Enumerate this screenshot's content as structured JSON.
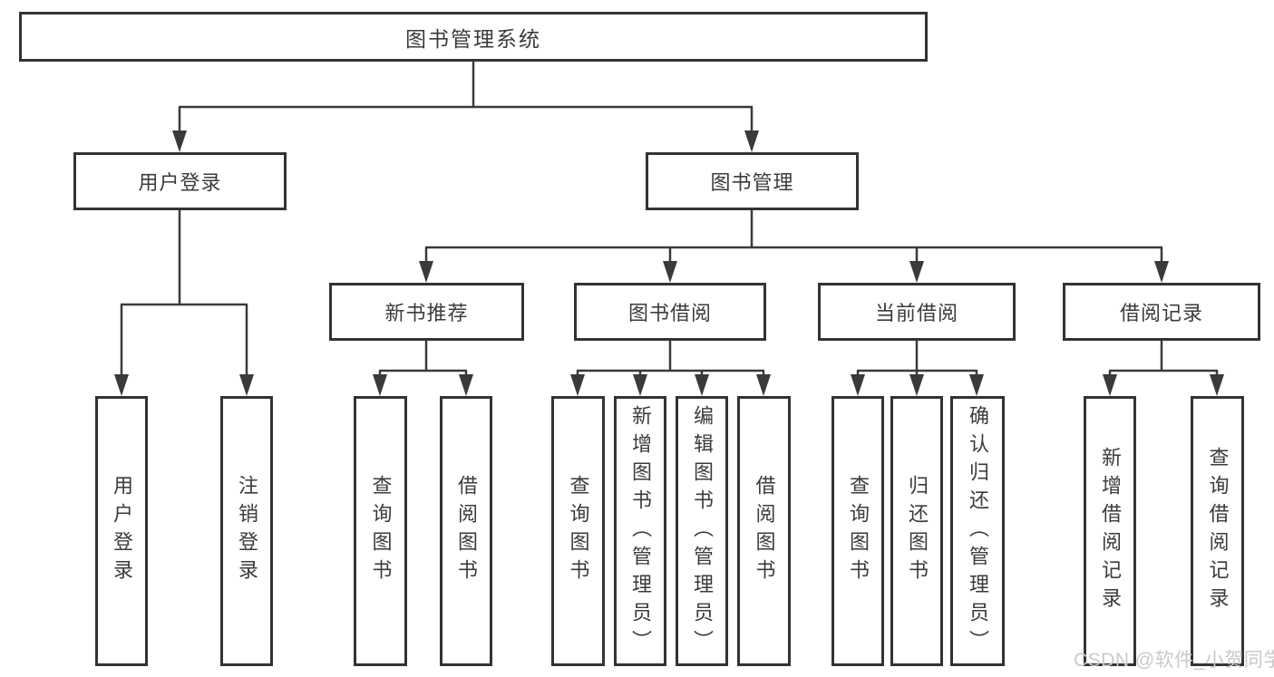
{
  "diagram_type": "hierarchy-tree",
  "watermark": {
    "text": "CSDN @软件_小贺同学"
  },
  "colors": {
    "background": "#ffffff",
    "box_border": "#333333",
    "connector_line": "#3a3a3a",
    "text": "#3b3b3b",
    "watermark": "#c9c9c9"
  },
  "tree": {
    "label": "图书管理系统",
    "children": [
      {
        "label": "用户登录",
        "children": [
          {
            "label": "用户登录"
          },
          {
            "label": "注销登录"
          }
        ]
      },
      {
        "label": "图书管理",
        "children": [
          {
            "label": "新书推荐",
            "children": [
              {
                "label": "查询图书"
              },
              {
                "label": "借阅图书"
              }
            ]
          },
          {
            "label": "图书借阅",
            "children": [
              {
                "label": "查询图书"
              },
              {
                "label": "新增图书（管理员）"
              },
              {
                "label": "编辑图书（管理员）"
              },
              {
                "label": "借阅图书"
              }
            ]
          },
          {
            "label": "当前借阅",
            "children": [
              {
                "label": "查询图书"
              },
              {
                "label": "归还图书"
              },
              {
                "label": "确认归还（管理员）"
              }
            ]
          },
          {
            "label": "借阅记录",
            "children": [
              {
                "label": "新增借阅记录"
              },
              {
                "label": "查询借阅记录"
              }
            ]
          }
        ]
      }
    ]
  }
}
